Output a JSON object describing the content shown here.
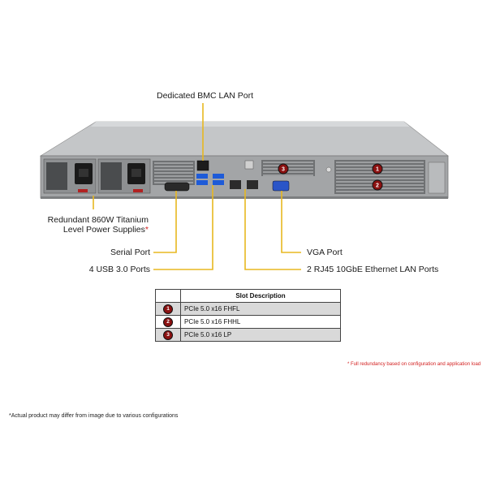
{
  "labels": {
    "bmc_port": "Dedicated BMC LAN Port",
    "psu_line1": "Redundant  860W Titanium",
    "psu_line2": "Level Power Supplies",
    "psu_asterisk": "*",
    "serial_port": "Serial Port",
    "usb_ports": "4 USB 3.0 Ports",
    "vga_port": "VGA Port",
    "rj45_ports": "2 RJ45  10GbE Ethernet  LAN Ports"
  },
  "slot_markers": [
    "1",
    "2",
    "3"
  ],
  "slot_table": {
    "header": "Slot Description",
    "rows": [
      {
        "num": "1",
        "desc": "PCIe 5.0 x16 FHFL"
      },
      {
        "num": "2",
        "desc": "PCIe 5.0 x16 FHHL"
      },
      {
        "num": "3",
        "desc": "PCIe 5.0 x16 LP"
      }
    ]
  },
  "notes": {
    "redundancy": "*  Full redundancy based on configuration and application load",
    "disclaimer": "*Actual product may differ from image due to various configurations"
  },
  "colors": {
    "callout_line": "#e8b820",
    "slot_marker": "#8b1111",
    "asterisk": "#d32020",
    "chassis": "#9a9a9a"
  }
}
